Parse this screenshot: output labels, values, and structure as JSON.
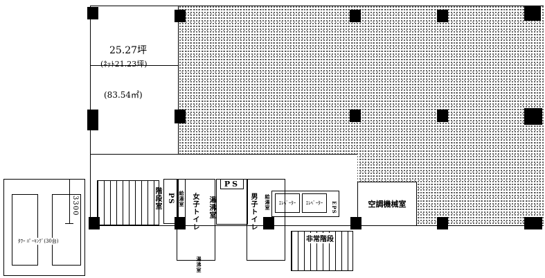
{
  "office": {
    "area_tsubo": "25.27坪",
    "net_area": "(ﾈｯﾄ21.23坪)",
    "area_m2": "(83.54㎡)"
  },
  "rooms": {
    "stair_room": "階段室",
    "ps1": "PS",
    "kyuto1": "給湯室",
    "womens_toilet": "女子トイレ",
    "yuwakashi": "湯沸室",
    "ps2": "PS",
    "mens_toilet": "男子トイレ",
    "kyuto2": "給湯室",
    "elevator1": "ｴﾚﾍﾞｰﾀｰ",
    "elevator2": "ｴﾚﾍﾞｰﾀｰ",
    "eps": "EPS",
    "ac_room": "空調機械室",
    "emergency_stair": "非常階段",
    "bottom_label": "湯沸室"
  },
  "parking": {
    "label": "ﾀﾜｰ ﾊﾟｰｷﾝｸﾞ(30台)",
    "dimension": "3300"
  }
}
